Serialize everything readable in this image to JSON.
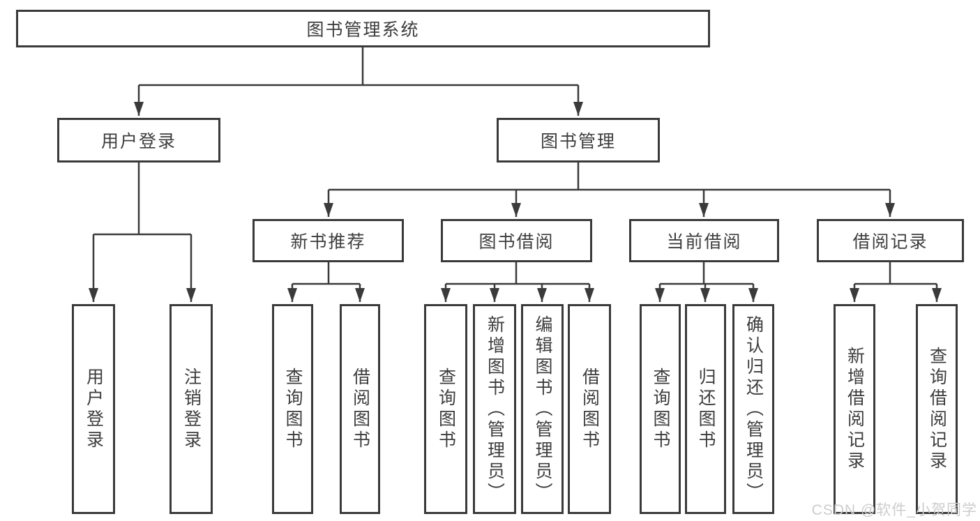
{
  "diagram": {
    "root": "图书管理系统",
    "level2": {
      "user_login": {
        "label": "用户登录",
        "children": {
          "login": "用户登录",
          "logout": "注销登录"
        }
      },
      "book_mgmt": {
        "label": "图书管理"
      }
    },
    "level3": {
      "new_book_rec": {
        "label": "新书推荐",
        "children": {
          "query_book": "查询图书",
          "borrow_book": "借阅图书"
        }
      },
      "book_borrow": {
        "label": "图书借阅",
        "children": {
          "query_book": "查询图书",
          "add_book": "新增图书（管理员）",
          "edit_book": "编辑图书（管理员）",
          "borrow_book": "借阅图书"
        }
      },
      "current_borrow": {
        "label": "当前借阅",
        "children": {
          "query_book": "查询图书",
          "return_book": "归还图书",
          "confirm_return": "确认归还（管理员）"
        }
      },
      "borrow_records": {
        "label": "借阅记录",
        "children": {
          "add_record": "新增借阅记录",
          "query_record": "查询借阅记录"
        }
      }
    }
  },
  "watermark": "CSDN @软件_小贺同学",
  "colors": {
    "line": "#3a3a3a",
    "box_border": "#3a3a3a",
    "box_fill": "#ffffff",
    "text": "#3d3d3d",
    "watermark": "#cccccc"
  }
}
